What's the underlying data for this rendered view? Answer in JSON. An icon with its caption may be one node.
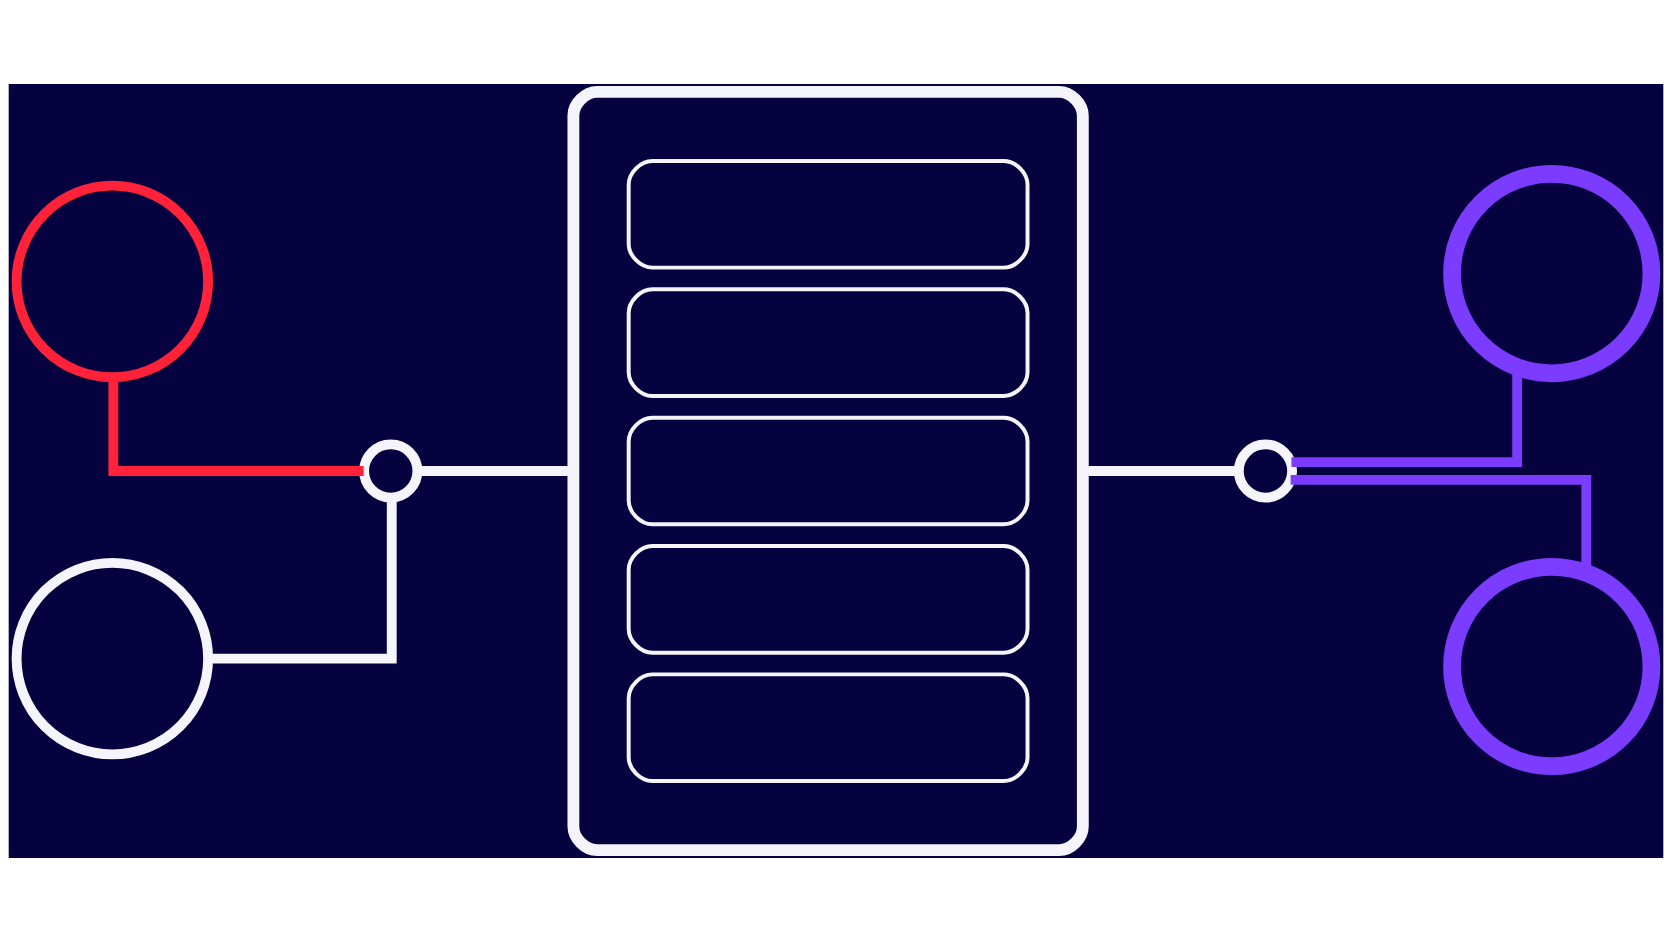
{
  "diagram": {
    "nodes": [
      {
        "text": [],
        "shape": "circle"
      },
      {
        "text": [],
        "shape": "circle"
      },
      {
        "text": [],
        "shape": "circle"
      },
      {
        "text": [],
        "shape": "box"
      },
      {
        "text": [],
        "shape": "circle"
      },
      {
        "text": [],
        "shape": "circle"
      },
      {
        "text": [],
        "shape": "circle"
      }
    ],
    "edges": [
      {
        "from": 0,
        "to": 2,
        "arrow": "none",
        "color": "#ff2238"
      },
      {
        "from": 1,
        "to": 2,
        "arrow": "none"
      },
      {
        "from": 2,
        "to": 3,
        "arrow": "none"
      },
      {
        "from": 3,
        "to": 4,
        "arrow": "none"
      },
      {
        "from": 4,
        "to": 5,
        "arrow": "none",
        "color": "#7b3cff"
      },
      {
        "from": 4,
        "to": 6,
        "arrow": "none",
        "color": "#7b3cff"
      }
    ]
  }
}
